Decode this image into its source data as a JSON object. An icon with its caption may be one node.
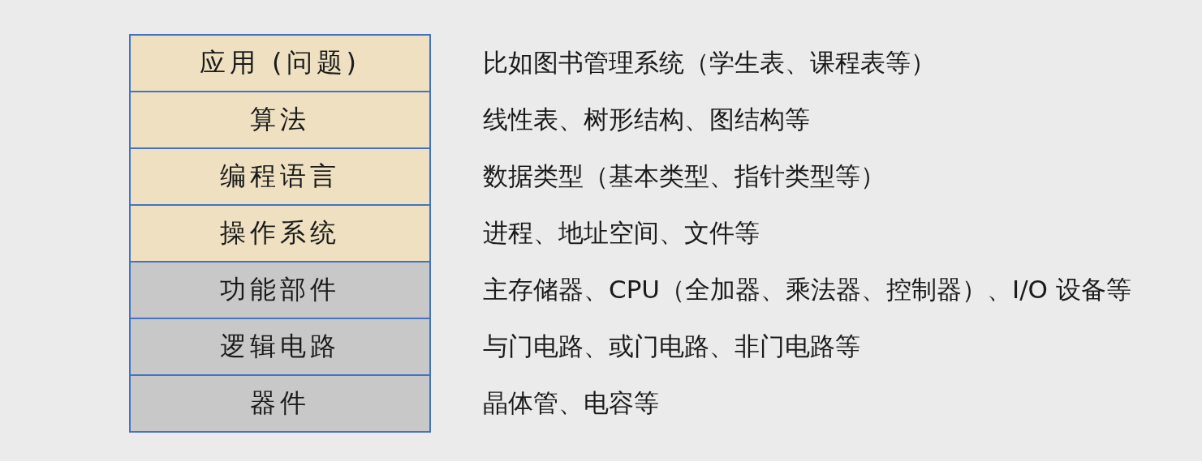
{
  "diagram": {
    "nodes": [
      {
        "text": [
          "应用 (问题)"
        ],
        "beside": [
          "比如图书管理系统（学生表、课程表等）"
        ]
      },
      {
        "text": [
          "算法"
        ],
        "beside": [
          "线性表、树形结构、图结构等"
        ]
      },
      {
        "text": [
          "编程语言"
        ],
        "beside": [
          "数据类型（基本类型、指针类型等）"
        ]
      },
      {
        "text": [
          "操作系统"
        ],
        "beside": [
          "进程、地址空间、文件等"
        ]
      },
      {
        "text": [
          "功能部件"
        ],
        "beside": [
          "主存储器、CPU（全加器、乘法器、控制器）、I/O 设备等"
        ]
      },
      {
        "text": [
          "逻辑电路"
        ],
        "beside": [
          "与门电路、或门电路、非门电路等"
        ]
      },
      {
        "text": [
          "器件"
        ],
        "beside": [
          "晶体管、电容等"
        ]
      }
    ]
  }
}
